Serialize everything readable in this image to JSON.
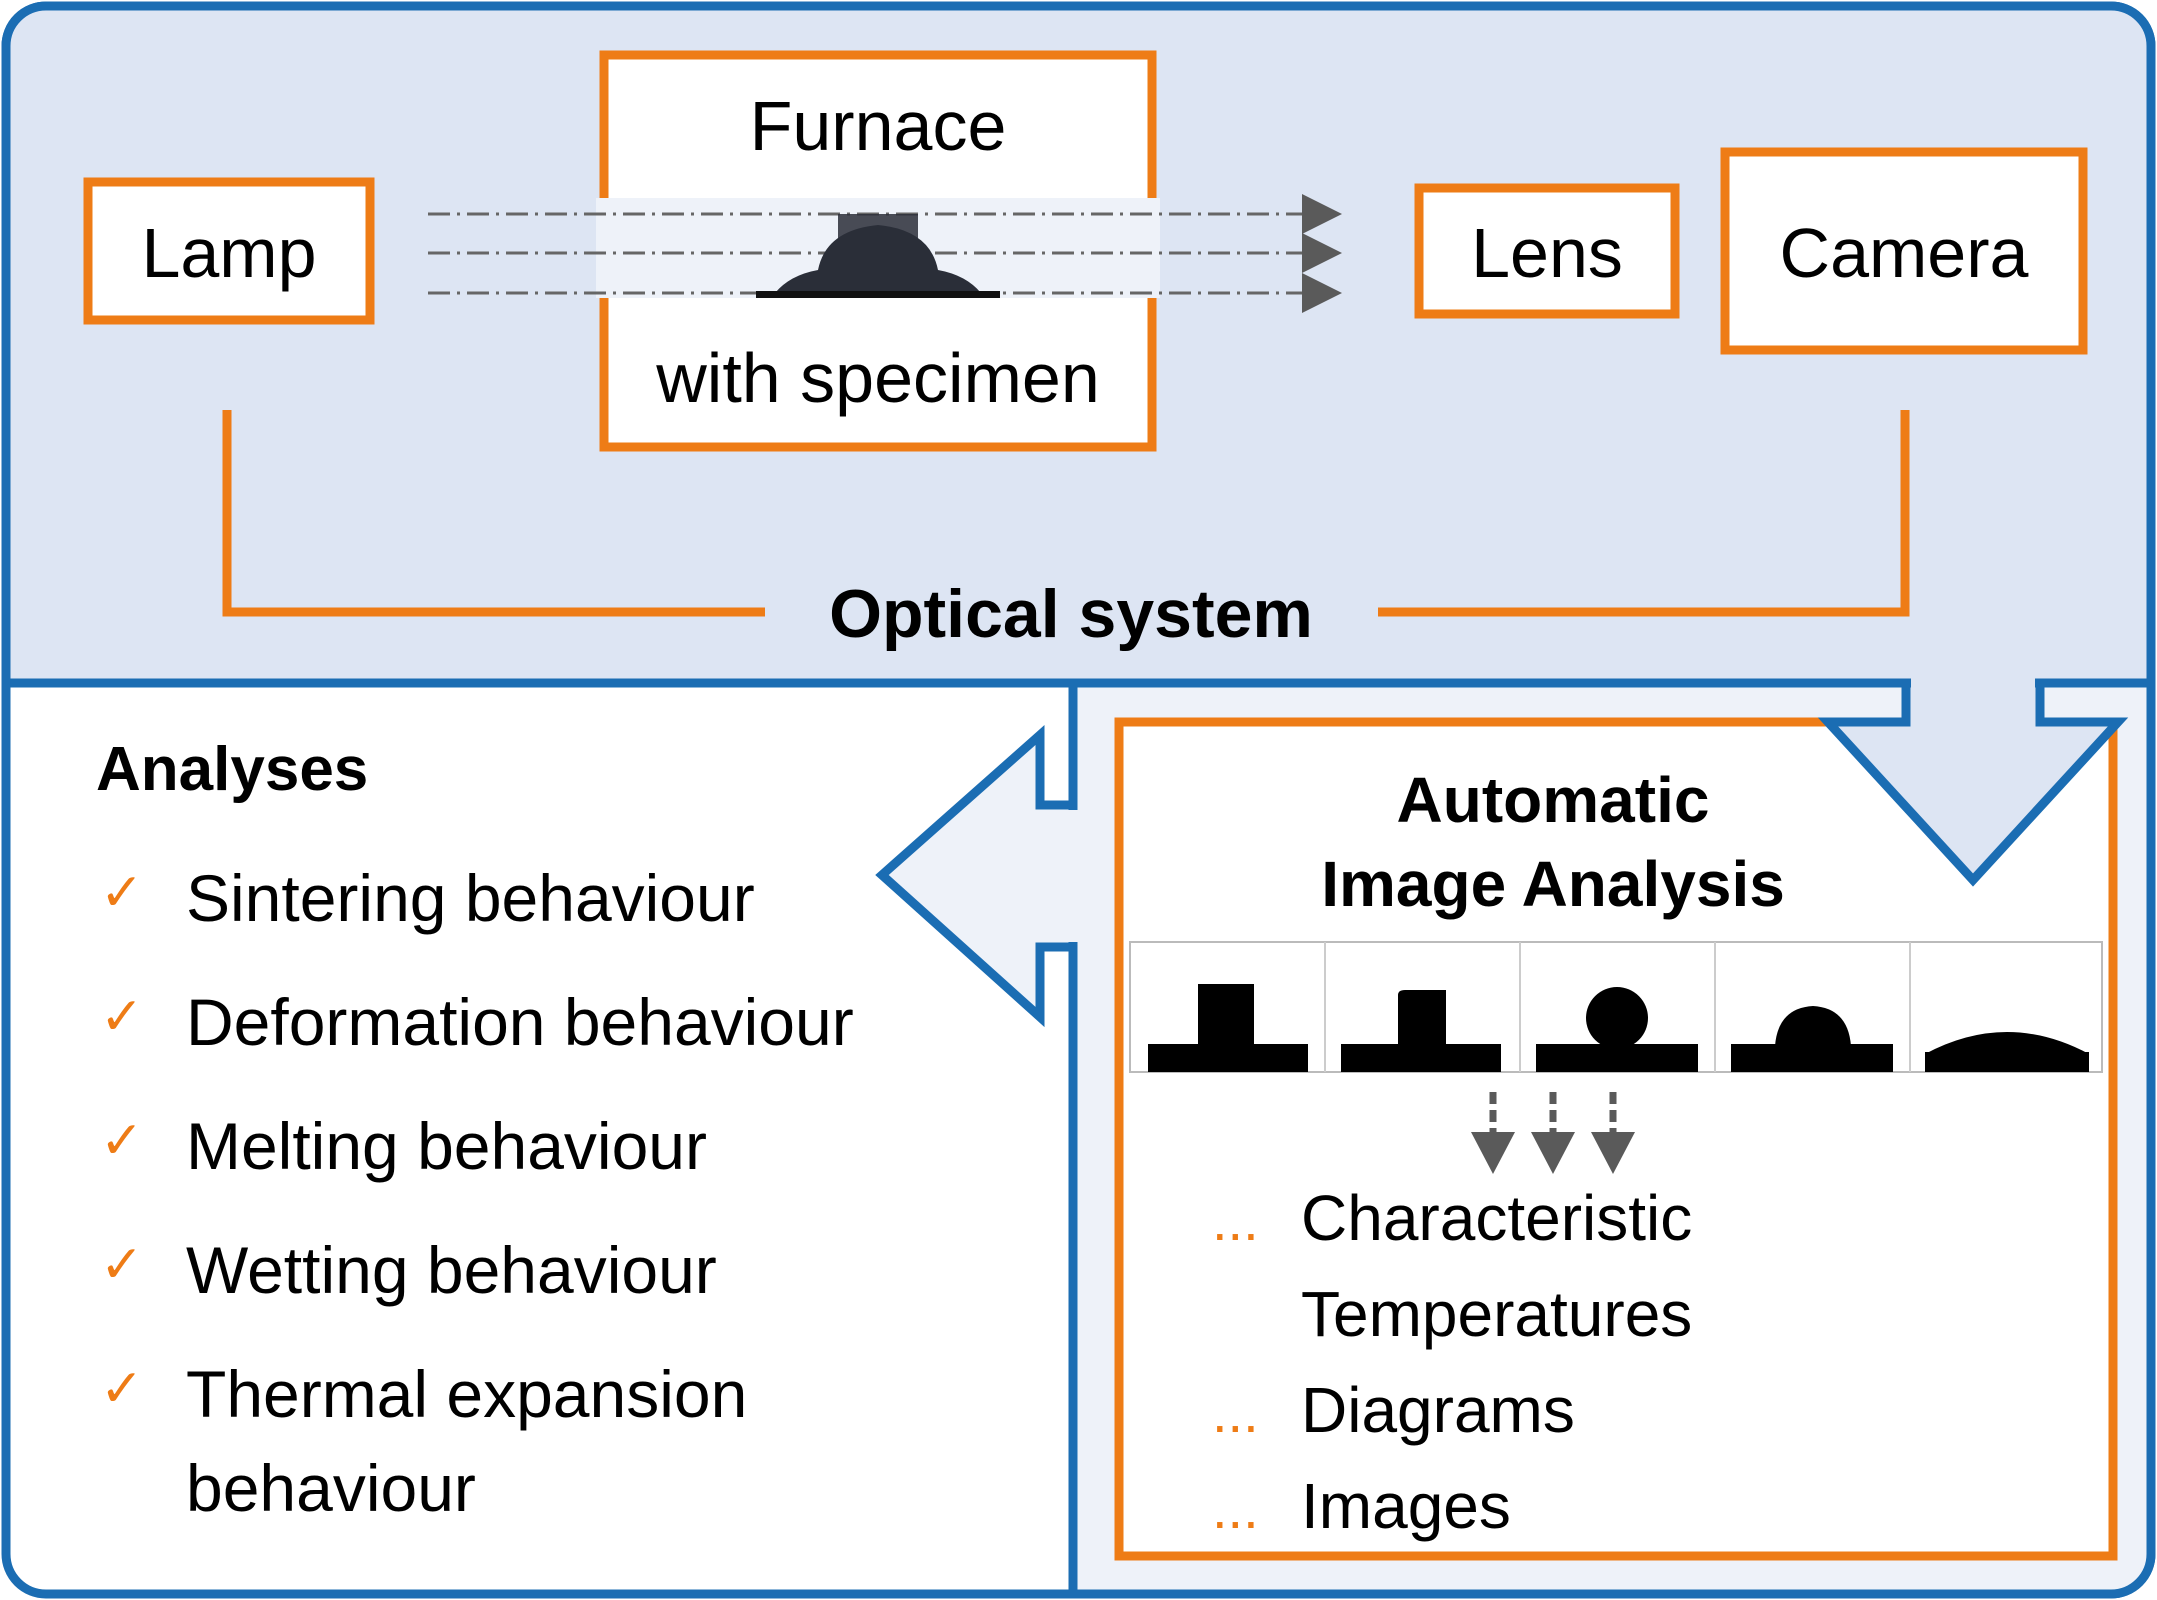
{
  "colors": {
    "frame_blue": "#1b6db3",
    "panel_light": "#dde5f3",
    "panel_lighter": "#eef2f9",
    "accent_orange": "#ee7c16",
    "arrow_gray": "#5a5a5a"
  },
  "optical": {
    "lamp": "Lamp",
    "furnace_line1": "Furnace",
    "furnace_line2": "with specimen",
    "lens": "Lens",
    "camera": "Camera",
    "system_label": "Optical system"
  },
  "analyses": {
    "title": "Analyses",
    "check_glyph": "✓",
    "items": [
      "Sintering behaviour",
      "Deformation behaviour",
      "Melting behaviour",
      "Wetting behaviour",
      "Thermal expansion",
      "behaviour"
    ]
  },
  "automatic": {
    "title_line1": "Automatic",
    "title_line2": "Image Analysis",
    "specimen_stages": [
      "cube",
      "rounded-cube",
      "sphere",
      "hemisphere",
      "flat-drop"
    ],
    "bullet": "...",
    "outputs": [
      "Characteristic",
      "Temperatures",
      "Diagrams",
      "Images"
    ]
  },
  "icons": [
    "light-ray-arrow-icon",
    "down-arrow-icon",
    "checkmark-icon",
    "specimen-silhouette-icon"
  ]
}
